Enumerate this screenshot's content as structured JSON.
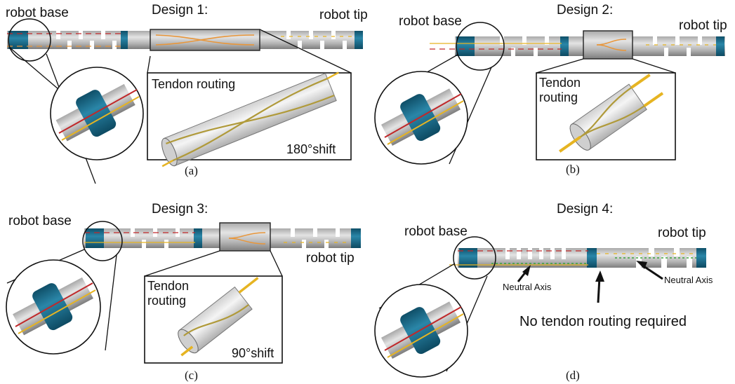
{
  "panels": {
    "a": {
      "design_title": "Design 1:",
      "base_label": "robot base",
      "tip_label": "robot tip",
      "inset_title": "Tendon routing",
      "shift_label": "180°shift",
      "caption": "(a)"
    },
    "b": {
      "design_title": "Design 2:",
      "base_label": "robot base",
      "tip_label": "robot tip",
      "inset_title_line1": "Tendon",
      "inset_title_line2": "routing",
      "caption": "(b)"
    },
    "c": {
      "design_title": "Design 3:",
      "base_label": "robot base",
      "tip_label": "robot tip",
      "inset_title_line1": "Tendon",
      "inset_title_line2": "routing",
      "shift_label": "90°shift",
      "caption": "(c)"
    },
    "d": {
      "design_title": "Design 4:",
      "base_label": "robot base",
      "tip_label": "robot tip",
      "neutral_axis_left": "Neutral Axis",
      "neutral_axis_right": "Neutral Axis",
      "no_routing_note": "No tendon routing required",
      "caption": "(d)"
    }
  },
  "colors": {
    "tube_light": "#d9d9d9",
    "tube_mid": "#a9a9a9",
    "tube_dark": "#7d7d7d",
    "connector": "#1a6e8e",
    "tendon_red": "#c0282a",
    "tendon_yellow": "#e6b422",
    "tendon_orange": "#e8963a",
    "neutral_green": "#3aa23a"
  }
}
